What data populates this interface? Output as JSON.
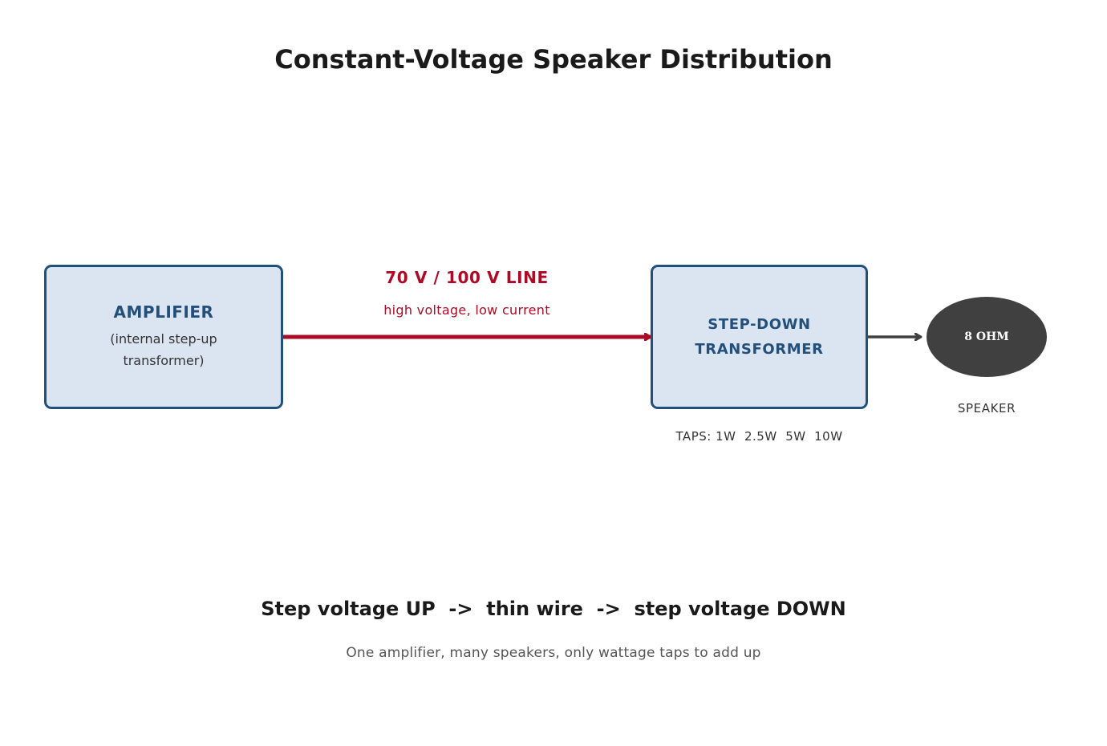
{
  "title": "Constant-Voltage Speaker Distribution",
  "amplifier": {
    "label": "AMPLIFIER",
    "sub_line1": "(internal step-up",
    "sub_line2": "transformer)"
  },
  "line": {
    "label": "70 V / 100 V LINE",
    "sub": "high voltage, low current",
    "color": "#ad0a26"
  },
  "transformer": {
    "label_line1": "STEP-DOWN",
    "label_line2": "TRANSFORMER",
    "taps": "TAPS: 1W  2.5W  5W  10W"
  },
  "speaker": {
    "label": "8 OHM",
    "caption": "SPEAKER",
    "color": "#404040"
  },
  "summary": "Step voltage UP  ->  thin wire  ->  step voltage DOWN",
  "footnote": "One amplifier, many speakers, only wattage taps to add up",
  "colors": {
    "box_fill": "#dbe5f2",
    "box_border": "#234f7b",
    "speaker_arrow": "#404040"
  }
}
